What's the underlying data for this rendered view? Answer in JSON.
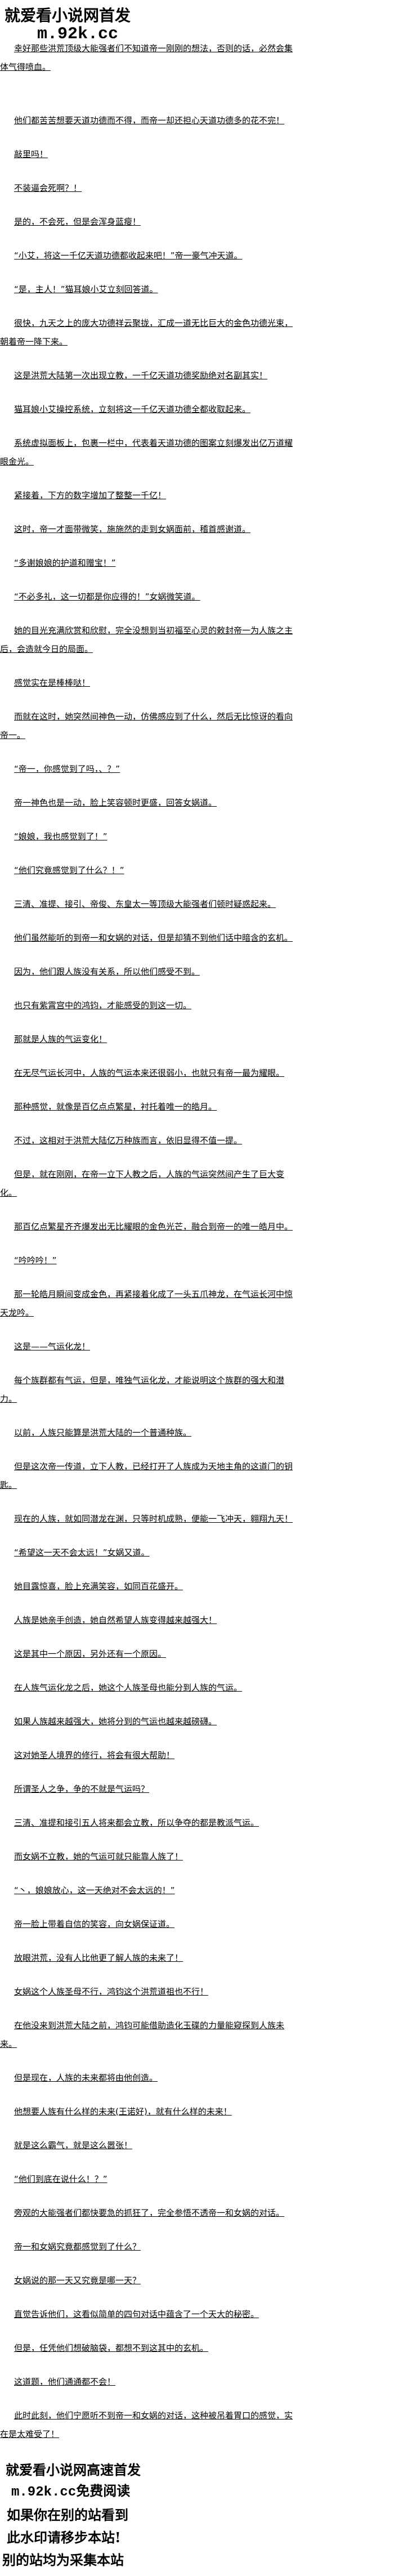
{
  "watermark": {
    "top_title": "就爱看小说网首发",
    "top_url": "m.92k.cc",
    "footer": [
      "就爱看小说网高速首发",
      "m.92k.cc免费阅读",
      "如果你在别的站看到",
      "此水印请移步本站!",
      "别的站均为采集本站"
    ]
  },
  "paragraphs": [
    "幸好那些洪荒顶级大能强者们不知道帝一刚刚的想法，否则的话，必然会集体气得喷血。",
    "他们都苦苦想要天道功德而不得，而帝一却还担心天道功德多的花不完！",
    "敲里吗！",
    "不装逼会死啊？！",
    "是的，不会死，但是会浑身蓝瘦！",
    "“小艾，将这一千亿天道功德都收起来吧！”帝一豪气冲天道。",
    "“是，主人！”猫耳娘小艾立刻回答道。",
    "很快，九天之上的庞大功德祥云聚拢，汇成一道无比巨大的金色功德光束，朝着帝一降下来。",
    "这是洪荒大陆第一次出现立教，一千亿天道功德奖励绝对名副其实！",
    "猫耳娘小艾操控系统，立刻将这一千亿天道功德全都收取起来。",
    "系统虚拟面板上，包裹一栏中，代表着天道功德的图案立刻爆发出亿万道耀眼金光。",
    "紧接着，下方的数字增加了整整一千亿！",
    "这时，帝一才面带微笑，施施然的走到女娲面前，稽首感谢道。",
    "“多谢娘娘的护道和赠宝！”",
    "“不必多礼，这一切都是你应得的！”女娲微笑道。",
    "她的目光充满欣赏和欣慰，完全没想到当初福至心灵的敕封帝一为人族之主后，会造就今日的局面。",
    "感觉实在是棒棒哒！",
    "而就在这时，她突然间神色一动，仿佛感应到了什么，然后无比惊讶的看向帝一。",
    "“帝一，你感觉到了吗，、？”",
    "帝一神色也是一动，脸上笑容顿时更盛，回答女娲道。",
    "“娘娘，我也感觉到了！”",
    "“他们究竟感觉到了什么？！”",
    "三清、准提、接引、帝俊、东皇太一等顶级大能强者们顿时疑惑起来。",
    "他们虽然能听的到帝一和女娲的对话，但是却猜不到他们话中暗含的玄机。",
    "因为，他们跟人族没有关系，所以他们感受不到。",
    "也只有紫霄宫中的鸿钧，才能感受的到这一切。",
    "那就是人族的气运变化！",
    "在无尽气运长河中，人族的气运本来还很弱小，也就只有帝一最为耀眼。",
    "那种感觉，就像是百亿点点繁星，衬托着唯一的皓月。",
    "不过，这相对于洪荒大陆亿万种族而言，依旧显得不值一提。",
    "但是，就在刚刚，在帝一立下人教之后，人族的气运突然间产生了巨大变化。",
    "那百亿点繁星齐齐爆发出无比耀眼的金色光芒，融合到帝一的唯一皓月中。",
    "“吟吟吟！”",
    "那一轮皓月瞬间变成金色，再紧接着化成了一头五爪神龙，在气运长河中惊天龙吟。",
    "这是——气运化龙！",
    "每个族群都有气运，但是，唯独气运化龙，才能说明这个族群的强大和潜力。",
    "以前，人族只能算是洪荒大陆的一个普通种族。",
    "但是这次帝一传道，立下人教，已经打开了人族成为天地主角的这道门的钥匙。",
    "现在的人族，就如同潜龙在渊，只等时机成熟，便能一飞冲天，翱翔九天！",
    "“希望这一天不会太远！”女娲又道。",
    "她目露惊喜，脸上充满笑容，如同百花盛开。",
    "人族是她亲手创造，她自然希望人族变得越来越强大！",
    "这是其中一个原因，另外还有一个原因。",
    "在人族气运化龙之后，她这个人族圣母也能分到人族的气运。",
    "如果人族越来越强大，她将分到的气运也越来越磅礴。",
    "这对她圣人境界的修行，将会有很大帮助！",
    "所谓圣人之争，争的不就是气运吗？",
    "三清、准提和接引五人将来都会立教，所以争夺的都是教派气运。",
    "而女娲不立教，她的气运可就只能靠人族了！",
    "“丶，娘娘放心，这一天绝对不会太远的！”",
    "帝一脸上带着自信的笑容，向女娲保证道。",
    "放眼洪荒，没有人比他更了解人族的未来了！",
    "女娲这个人族圣母不行，鸿钧这个洪荒道祖也不行！",
    "在他没来到洪荒大陆之前，鸿钧可能借助造化玉碟的力量能窥探到人族未来。",
    "但是现在，人族的未来都将由他创造。",
    "他想要人族有什么样的未来(王诺好)，就有什么样的未来！",
    "就是这么霸气，就是这么嚣张！",
    "“他们到底在说什么！？”",
    "旁观的大能强者们都快要急的抓狂了，完全参悟不透帝一和女娲的对话。",
    "帝一和女娲究竟都感觉到了什么？",
    "女娲说的那一天又究竟是哪一天？",
    "直觉告诉他们，这看似简单的四句对话中蕴含了一个天大的秘密。",
    "但是，任凭他们想破脑袋，都想不到这其中的玄机。",
    "这道题，他们通通都不会！",
    "此时此刻，他们宁愿听不到帝一和女娲的对话，这种被吊着胃口的感觉，实在是太难受了！"
  ]
}
